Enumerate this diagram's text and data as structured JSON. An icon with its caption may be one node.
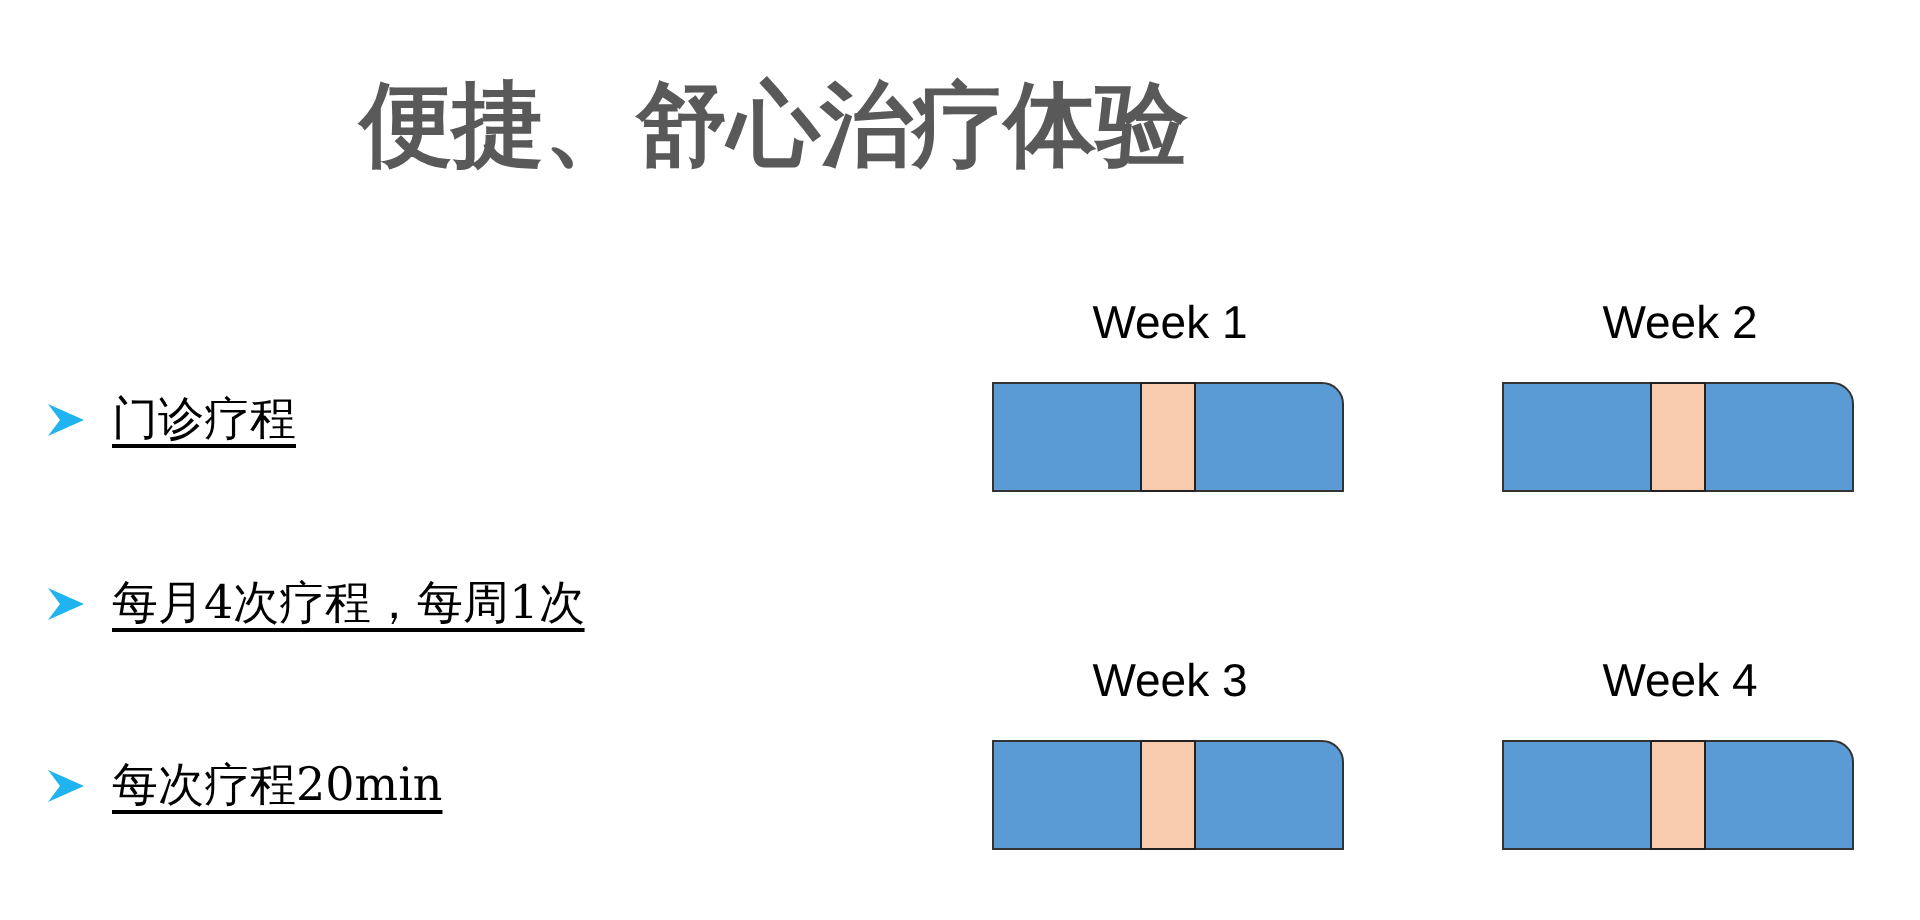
{
  "diagram": {
    "title": "便捷、舒心治疗体验",
    "nodes": [
      {
        "text": [
          "Week 1"
        ]
      },
      {
        "text": [],
        "shape": "bar",
        "in": 0
      },
      {
        "text": [
          "Week 2"
        ]
      },
      {
        "text": [],
        "shape": "bar",
        "in": 2
      },
      {
        "text": [
          "Week 3"
        ]
      },
      {
        "text": [],
        "shape": "bar",
        "in": 4
      },
      {
        "text": [
          "Week 4"
        ]
      },
      {
        "text": [],
        "shape": "bar",
        "in": 6
      }
    ],
    "labels": [
      "门诊疗程",
      "每月4次疗程，每周1次",
      "每次疗程20min"
    ]
  }
}
